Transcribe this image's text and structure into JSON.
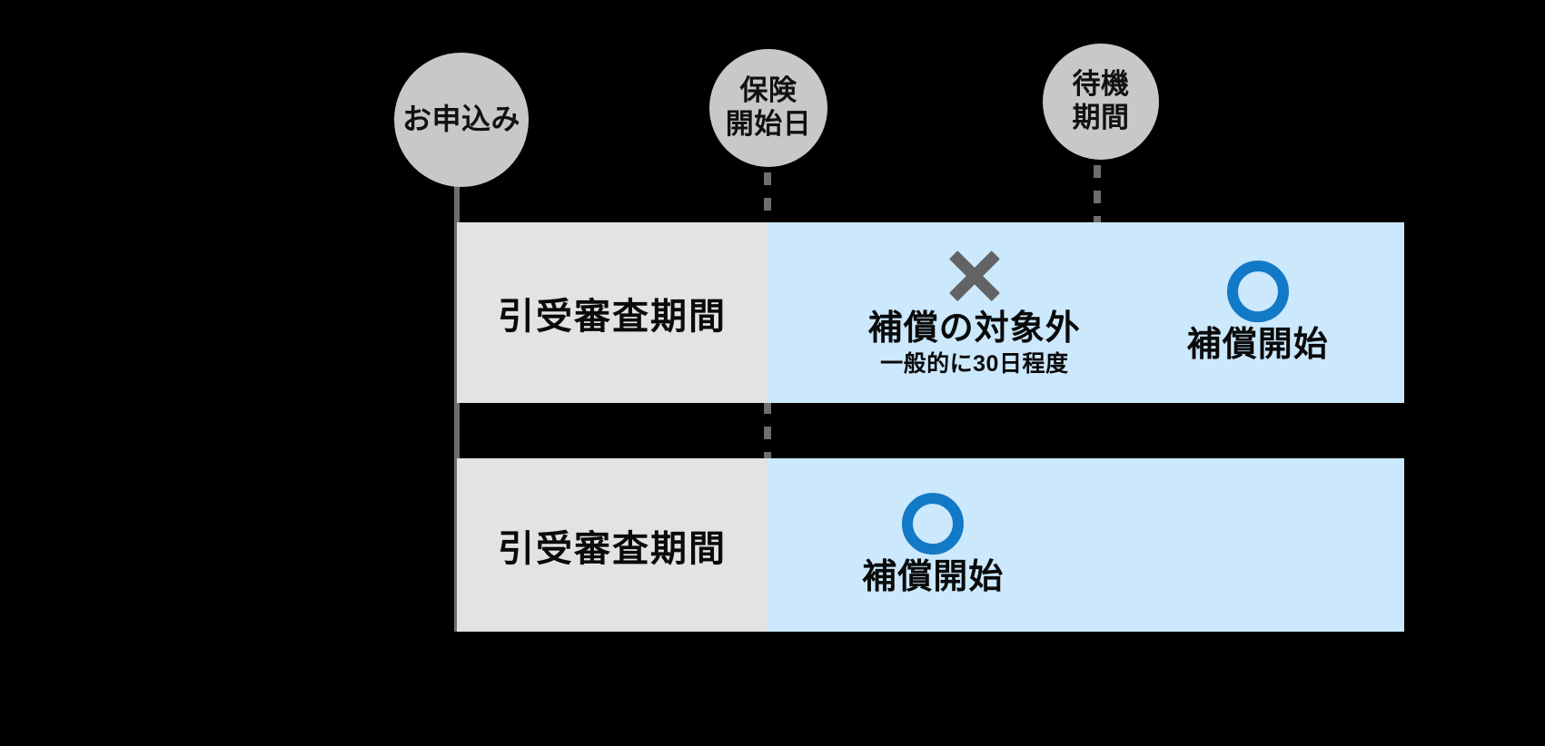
{
  "figure": {
    "background_color": "#000000",
    "accent_blue": "#1279C6",
    "band_blue": "#CCE8FD",
    "band_gray": "#E3E3E3",
    "circle_gray": "#C8C8C8",
    "line_gray": "#6E6E6E",
    "x_gray": "#636363"
  },
  "milestones": [
    {
      "id": "application",
      "label": "お申込み",
      "connector": "solid"
    },
    {
      "id": "policy-start-date",
      "label": "保険\n開始日",
      "connector": "dashed"
    },
    {
      "id": "waiting-period",
      "label": "待機\n期間",
      "connector": "dashed"
    }
  ],
  "rows": [
    {
      "id": "with-waiting-period",
      "left_label": "引受審査期間",
      "markers": [
        {
          "id": "not-covered",
          "icon": "cross-mark-icon",
          "title": "補償の対象外",
          "subtitle": "一般的に30日程度"
        },
        {
          "id": "coverage-start",
          "icon": "circle-mark-icon",
          "title": "補償開始",
          "subtitle": ""
        }
      ]
    },
    {
      "id": "no-waiting-period",
      "left_label": "引受審査期間",
      "markers": [
        {
          "id": "coverage-start",
          "icon": "circle-mark-icon",
          "title": "補償開始",
          "subtitle": ""
        }
      ]
    }
  ]
}
